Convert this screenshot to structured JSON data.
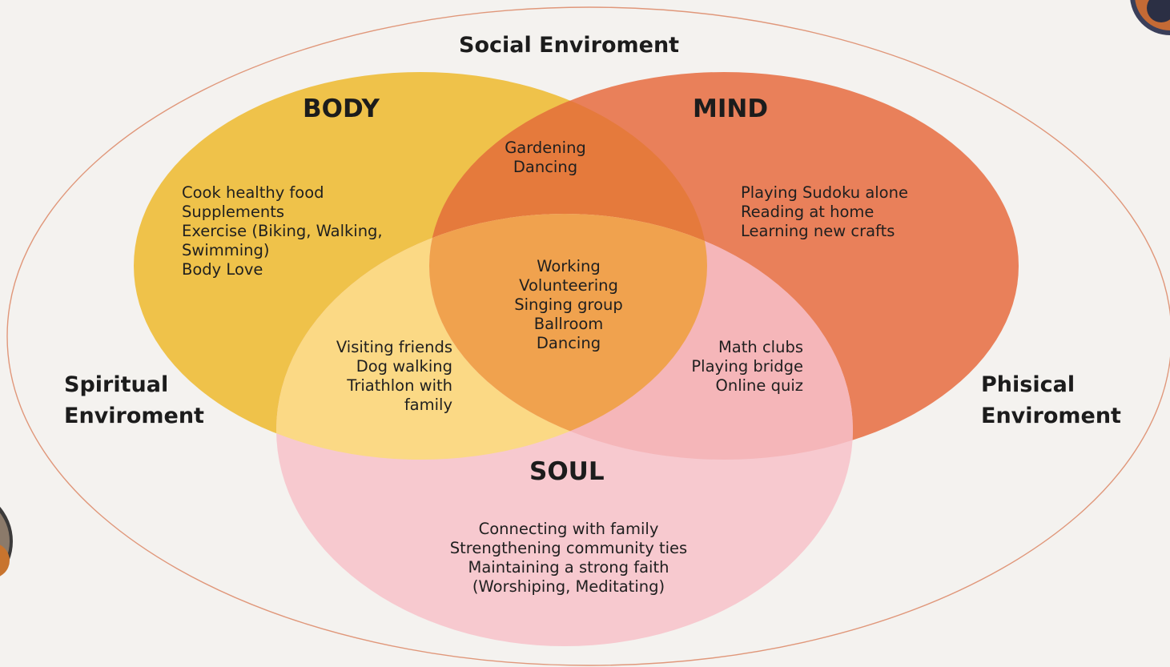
{
  "environments": {
    "top": "Social Enviroment",
    "left": [
      "Spiritual",
      "Enviroment"
    ],
    "right": [
      "Phisical",
      "Enviroment"
    ]
  },
  "circles": {
    "body": {
      "title": "BODY",
      "color": "#efc24a",
      "items": [
        "Cook healthy food",
        "Supplements",
        "Exercise (Biking, Walking,",
        "Swimming)",
        "Body Love"
      ]
    },
    "mind": {
      "title": "MIND",
      "color": "#e9805a",
      "items": [
        "Playing Sudoku alone",
        "Reading at home",
        "Learning new crafts"
      ]
    },
    "soul": {
      "title": "SOUL",
      "color": "#f7c9cf",
      "items": [
        "Connecting with family",
        "Strengthening community ties",
        "Maintaining a strong faith",
        "(Worshiping, Meditating)"
      ]
    }
  },
  "overlaps": {
    "body_mind": [
      "Gardening",
      "Dancing"
    ],
    "body_soul": [
      "Visiting friends",
      "Dog walking",
      "Triathlon with",
      "family"
    ],
    "mind_soul": [
      "Math clubs",
      "Playing bridge",
      "Online quiz"
    ],
    "all": [
      "Working",
      "Volunteering",
      "Singing group",
      "Ballroom",
      "Dancing"
    ]
  },
  "colors": {
    "background": "#f4f2ef",
    "outer_ellipse_stroke": "#e0977a",
    "body_mind_overlap": "#e57a3c",
    "body_soul_overlap": "#fbd985",
    "mind_soul_overlap": "#f5b6b9",
    "center_overlap": "#f0a24e"
  }
}
